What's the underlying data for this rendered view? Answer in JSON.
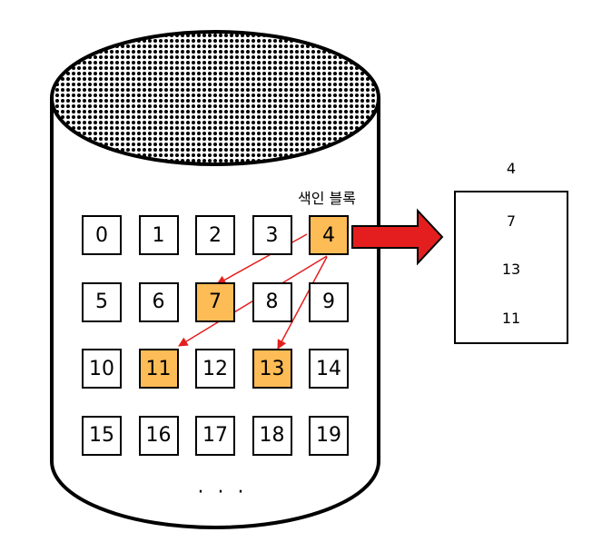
{
  "disk": {
    "blocks": [
      "0",
      "1",
      "2",
      "3",
      "4",
      "5",
      "6",
      "7",
      "8",
      "9",
      "10",
      "11",
      "12",
      "13",
      "14",
      "15",
      "16",
      "17",
      "18",
      "19"
    ],
    "highlighted": [
      "4",
      "7",
      "11",
      "13"
    ],
    "ellipsis": "· · ·",
    "index_label": "색인 블록"
  },
  "index_block": {
    "header": "4",
    "entries": [
      "7",
      "13",
      "11"
    ]
  },
  "colors": {
    "highlight": "#fdbc55",
    "arrow": "#e41e1e",
    "outline": "#000000"
  }
}
